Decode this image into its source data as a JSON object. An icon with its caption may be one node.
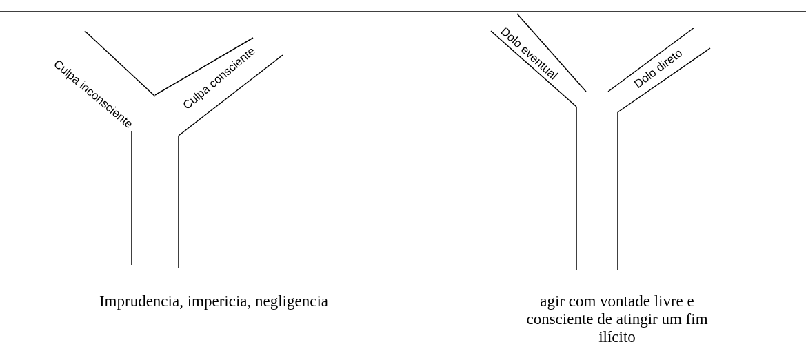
{
  "diagram": {
    "labels": [
      "Culpa inconsciente",
      "Culpa consciente",
      "Dolo eventual",
      "Dolo direto",
      "Imprudencia, impericia, negligencia",
      "agir com vontade livre e consciente de atingir um fim ilícito"
    ]
  }
}
